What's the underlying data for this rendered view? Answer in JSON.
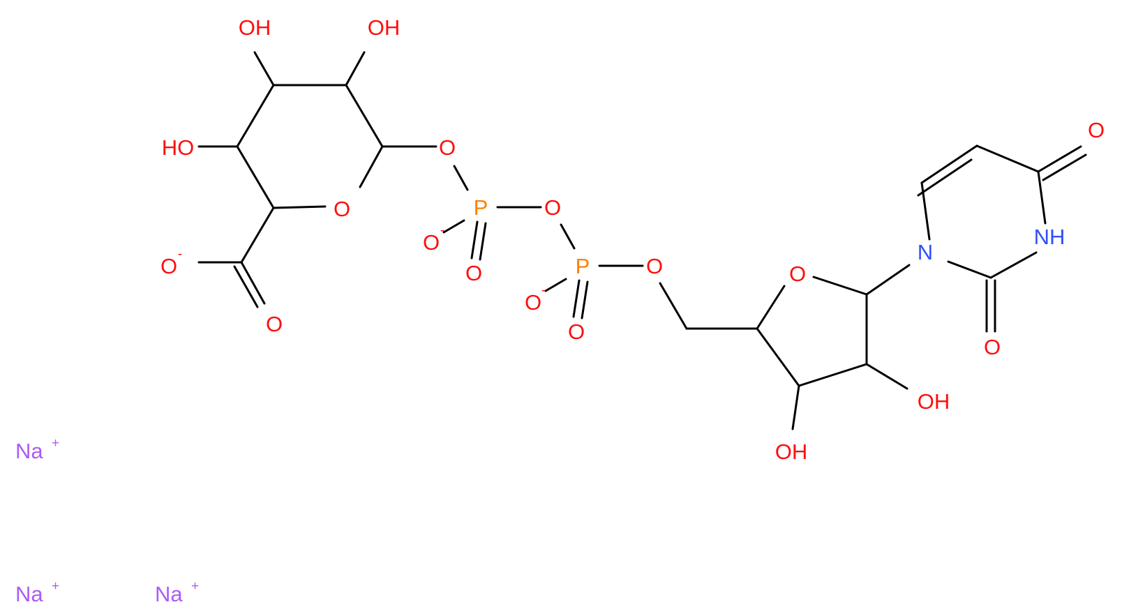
{
  "colors": {
    "bond": "#000000",
    "oxygen": "#ff0d0d",
    "nitrogen": "#3050f8",
    "phosphorus": "#ff8000",
    "sodium": "#ab5cf2",
    "background": "#ffffff"
  },
  "molecule": {
    "glucuronate_ring": {
      "oh_top_left": "OH",
      "oh_top_right": "OH",
      "ho_left": "HO",
      "ring_o": "O",
      "carboxylate_o_minus": "O",
      "carboxylate_o": "O",
      "glycosidic_o": "O"
    },
    "diphosphate": {
      "p1": "P",
      "p1_o_minus": "O",
      "p1_o": "O",
      "bridge_o": "O",
      "p2": "P",
      "p2_o_minus": "O",
      "p2_o": "O",
      "ester_o": "O"
    },
    "ribose": {
      "ring_o": "O",
      "oh_right": "OH",
      "oh_bottom": "OH"
    },
    "uracil": {
      "n1": "N",
      "nh": "NH",
      "o_top": "O",
      "o_bottom": "O"
    },
    "charges": {
      "minus": "-",
      "plus": "+"
    }
  },
  "counterions": [
    {
      "symbol": "Na",
      "charge": "+"
    },
    {
      "symbol": "Na",
      "charge": "+"
    },
    {
      "symbol": "Na",
      "charge": "+"
    }
  ]
}
